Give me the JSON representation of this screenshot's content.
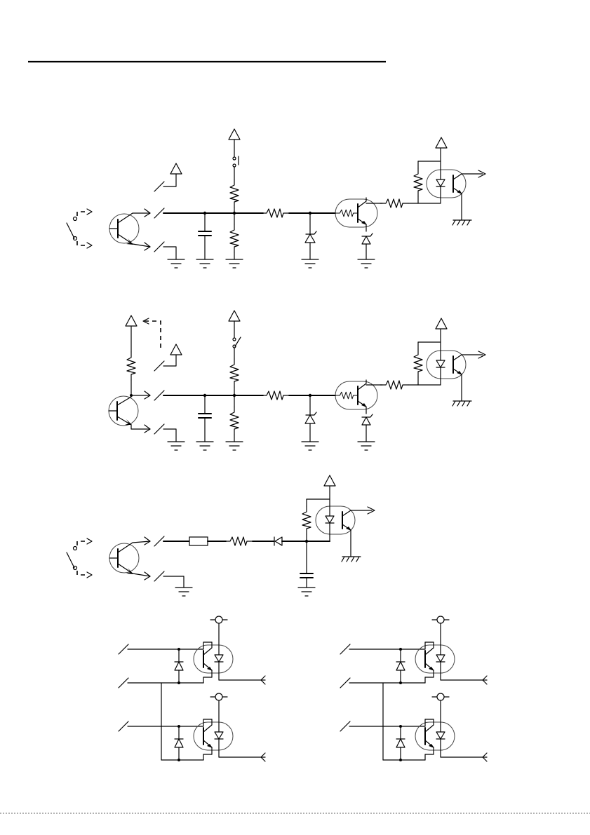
{
  "page": {
    "background": "#ffffff",
    "line_color": "#000000",
    "has_heading_rule": true
  },
  "circuits": [
    {
      "id": "sinking-input-optocoupler"
    },
    {
      "id": "sourcing-input-optocoupler"
    },
    {
      "id": "fast-input-optocoupler"
    },
    {
      "id": "output-optocouplers-left"
    },
    {
      "id": "output-optocouplers-right"
    }
  ]
}
